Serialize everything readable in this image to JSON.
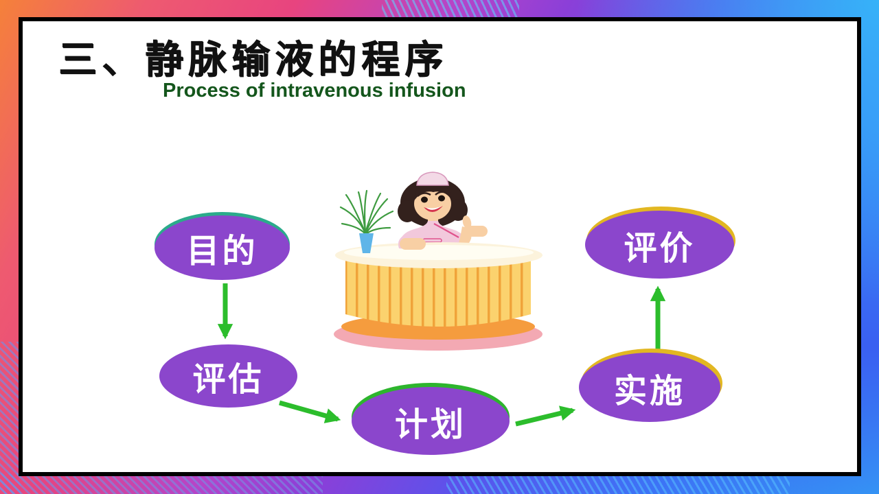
{
  "slide": {
    "title": "三、静脉输液的程序",
    "subtitle": "Process of intravenous infusion"
  },
  "flowchart": {
    "nodes": [
      {
        "id": "purpose",
        "label": "目的",
        "rim_color": "#2BAB8B"
      },
      {
        "id": "assessment",
        "label": "评估",
        "rim_color": ""
      },
      {
        "id": "plan",
        "label": "计划",
        "rim_color": "#2DB52D"
      },
      {
        "id": "implementation",
        "label": "实施",
        "rim_color": "#E2B722"
      },
      {
        "id": "evaluation",
        "label": "评价",
        "rim_color": "#E2B722"
      }
    ],
    "edges": [
      {
        "from": "目的",
        "to": "评估"
      },
      {
        "from": "评估",
        "to": "计划"
      },
      {
        "from": "计划",
        "to": "实施"
      },
      {
        "from": "实施",
        "to": "评价"
      }
    ],
    "node_fill": "#8B46CC",
    "label_color": "#FFFFFF",
    "arrow_color": "#2CBD2C"
  },
  "illustration": {
    "name": "nurse-at-reception-desk",
    "elements": [
      "potted-plant",
      "nurse",
      "round-striped-desk"
    ]
  },
  "colors": {
    "title": "#111111",
    "subtitle": "#14561C",
    "frame_border": "#000000",
    "slide_background": "#FFFFFF",
    "background_gradient": [
      "#F5813A",
      "#E8447F",
      "#8B3FD8",
      "#3D7BF7",
      "#32ABF6"
    ]
  }
}
